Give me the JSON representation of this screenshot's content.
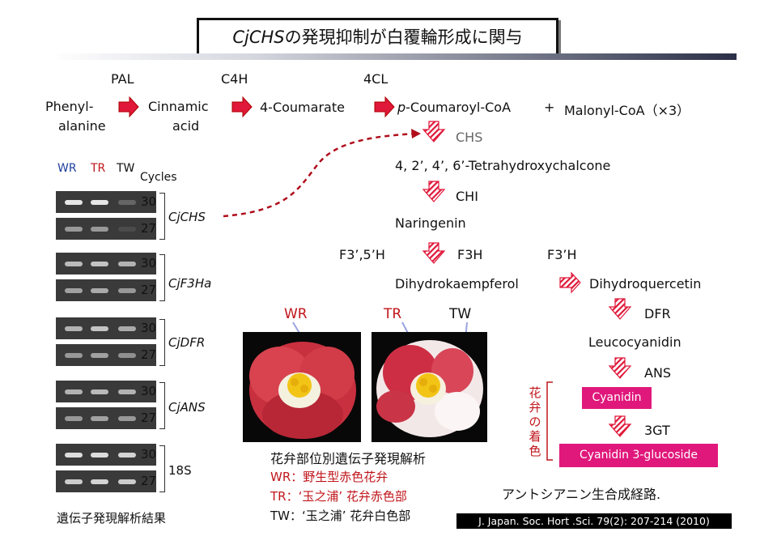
{
  "title": {
    "italic": "CjCHS",
    "rest": "の発現抑制が白覆輪形成に関与"
  },
  "pathway": {
    "enzymes_top": [
      "PAL",
      "C4H",
      "4CL"
    ],
    "phenylalanine": [
      "Phenyl-",
      "alanine"
    ],
    "cinnamic": [
      "Cinnamic",
      "acid"
    ],
    "coumarate": "4-Coumarate",
    "coumaroyl_prefix": "p",
    "coumaroyl": "-Coumaroyl-CoA",
    "plus": "+",
    "malonyl": "Malonyl-CoA（×3）",
    "chs": "CHS",
    "chalcone": "4, 2’, 4’, 6’-Tetrahydroxychalcone",
    "chi": "CHI",
    "naringenin": "Naringenin",
    "f35h": "F3’,5’H",
    "f3h": "F3H",
    "f3ph": "F3’H",
    "dihydrokaempferol": "Dihydrokaempferol",
    "dihydroquercetin": "Dihydroquercetin",
    "dfr": "DFR",
    "leucocyanidin": "Leucocyanidin",
    "ans": "ANS",
    "cyanidin": "Cyanidin",
    "gt": "3GT",
    "cyanidin_glucoside": "Cyanidin 3-glucoside",
    "pathway_caption": "アントシアニン生合成経路.",
    "petal_color_label": [
      "花",
      "弁",
      "の",
      "着",
      "色"
    ]
  },
  "gel": {
    "lanes": [
      "WR",
      "TR",
      "TW"
    ],
    "cycles_label": "Cycles",
    "genes": [
      {
        "name": "CjCHS",
        "italic": true,
        "cycles": [
          "30",
          "27"
        ]
      },
      {
        "name": "CjF3Ha",
        "italic": true,
        "cycles": [
          "30",
          "27"
        ]
      },
      {
        "name": "CjDFR",
        "italic": true,
        "cycles": [
          "30",
          "27"
        ]
      },
      {
        "name": "CjANS",
        "italic": true,
        "cycles": [
          "30",
          "27"
        ]
      },
      {
        "name": "18S",
        "italic": false,
        "cycles": [
          "30",
          "27"
        ]
      }
    ],
    "caption": "遺伝子発現解析結果"
  },
  "flowers": {
    "labels": [
      "WR",
      "TR",
      "TW"
    ],
    "caption": "花弁部位別遺伝子発現解析",
    "legend": [
      {
        "text": "WR：野生型赤色花弁",
        "color": "#c0161b"
      },
      {
        "text": "TR：‘玉之浦’ 花弁赤色部",
        "color": "#c0161b"
      },
      {
        "text": "TW：‘玉之浦’ 花弁白色部",
        "color": "#111111"
      }
    ]
  },
  "citation": "J. Japan. Soc. Hort .Sci. 79(2): 207-214 (2010)",
  "colors": {
    "arrow_red": "#e0183a",
    "box_pink": "#e0187b",
    "text_red": "#c0161b",
    "lane_blue": "#1f3f9b"
  },
  "band_intensity": [
    [
      1.0,
      1.0,
      0.25
    ],
    [
      0.55,
      0.55,
      0.1
    ],
    [
      0.75,
      0.8,
      0.7
    ],
    [
      0.6,
      0.65,
      0.55
    ],
    [
      0.7,
      0.8,
      0.65
    ],
    [
      0.55,
      0.6,
      0.5
    ],
    [
      0.7,
      0.75,
      0.7
    ],
    [
      0.55,
      0.6,
      0.55
    ],
    [
      0.95,
      0.95,
      0.9
    ],
    [
      0.85,
      0.9,
      0.85
    ]
  ]
}
